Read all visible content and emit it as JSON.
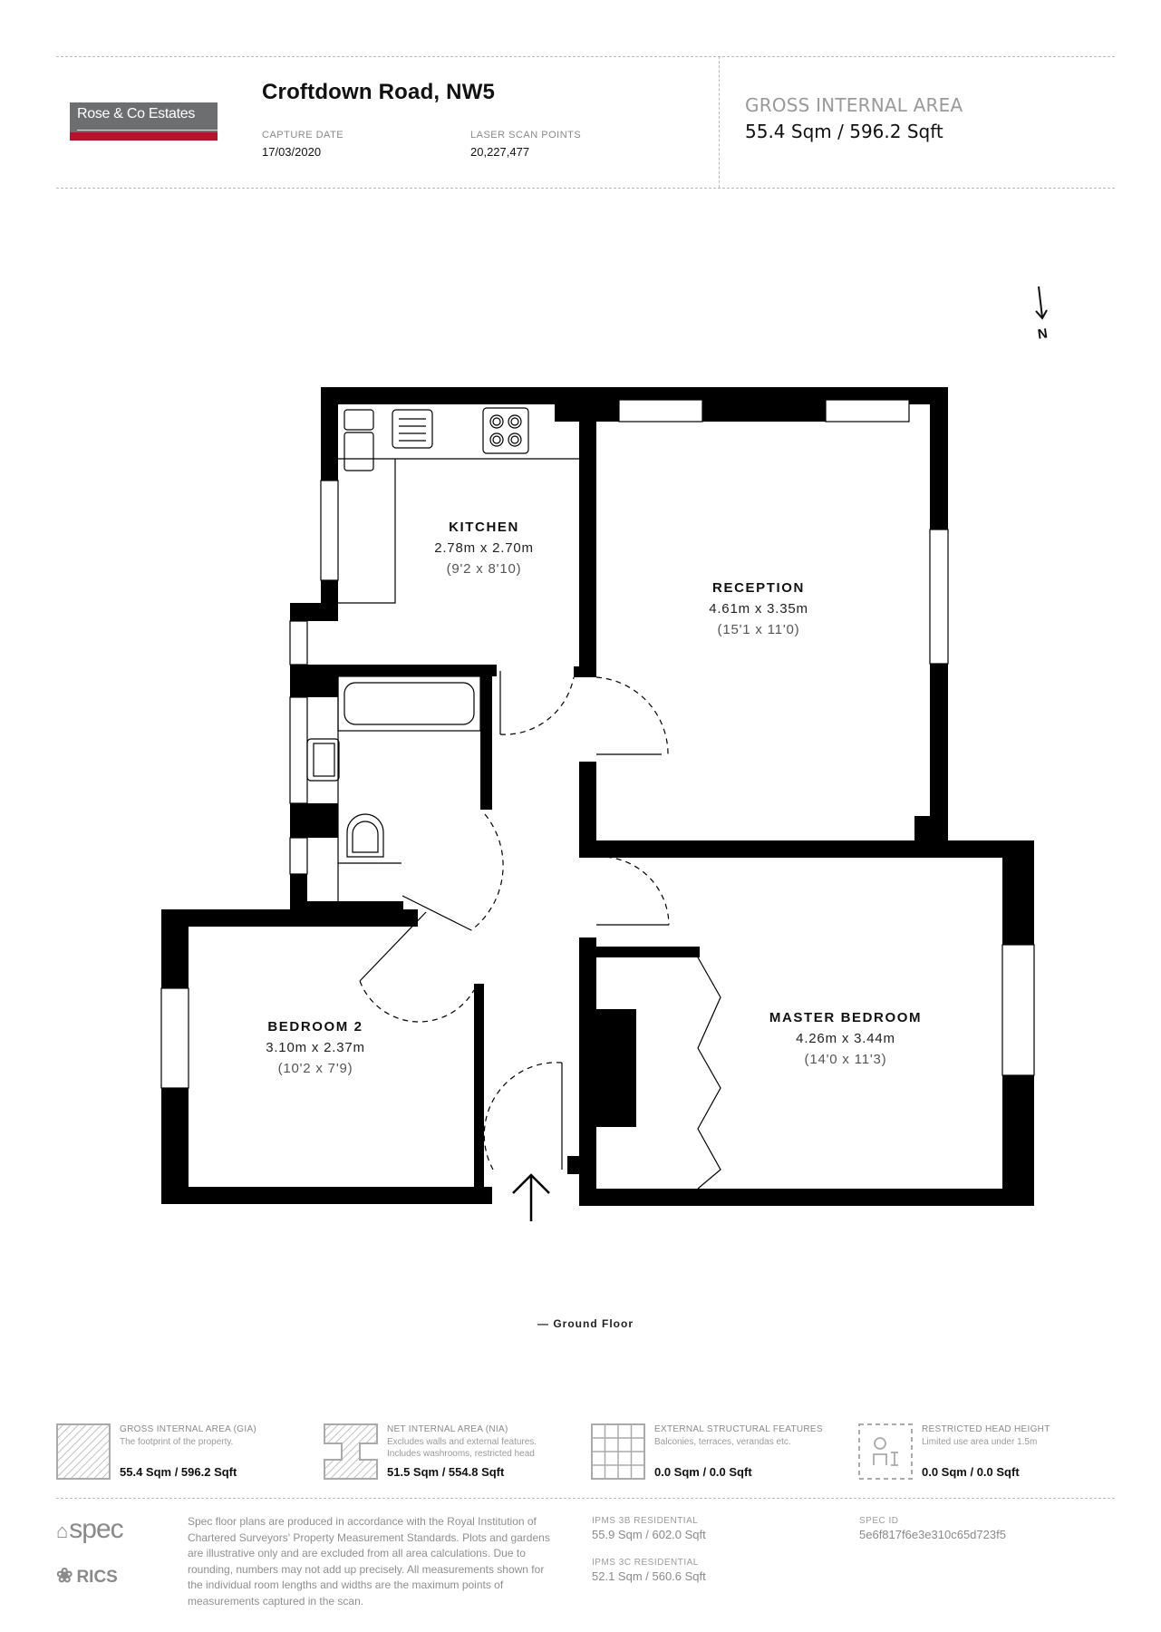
{
  "header": {
    "logo_text": "Rose & Co Estates",
    "title": "Croftdown Road, NW5",
    "capture_date_label": "CAPTURE DATE",
    "capture_date": "17/03/2020",
    "laser_points_label": "LASER SCAN POINTS",
    "laser_points": "20,227,477",
    "gia_label": "GROSS INTERNAL AREA",
    "gia_value": "55.4 Sqm / 596.2 Sqft"
  },
  "compass": {
    "label": "N"
  },
  "rooms": [
    {
      "name": "KITCHEN",
      "metric": "2.78m x 2.70m",
      "imperial": "(9'2 x 8'10)"
    },
    {
      "name": "RECEPTION",
      "metric": "4.61m x 3.35m",
      "imperial": "(15'1 x 11'0)"
    },
    {
      "name": "BEDROOM 2",
      "metric": "3.10m x 2.37m",
      "imperial": "(10'2 x 7'9)"
    },
    {
      "name": "MASTER BEDROOM",
      "metric": "4.26m x 3.44m",
      "imperial": "(14'0 x 11'3)"
    }
  ],
  "floor_label": "— Ground Floor",
  "legend": [
    {
      "title": "GROSS INTERNAL AREA (GIA)",
      "desc1": "The footprint of the property.",
      "desc2": "",
      "value": "55.4 Sqm / 596.2 Sqft",
      "icon": "hatched-square-icon"
    },
    {
      "title": "NET INTERNAL AREA (NIA)",
      "desc1": "Excludes walls and external features.",
      "desc2": "Includes washrooms, restricted head",
      "value": "51.5 Sqm / 554.8 Sqft",
      "icon": "hatched-plan-icon"
    },
    {
      "title": "EXTERNAL STRUCTURAL FEATURES",
      "desc1": "Balconies, terraces, verandas etc.",
      "desc2": "",
      "value": "0.0 Sqm / 0.0 Sqft",
      "icon": "grid-icon"
    },
    {
      "title": "RESTRICTED HEAD HEIGHT",
      "desc1": "Limited use area under 1.5m",
      "desc2": "",
      "value": "0.0 Sqm / 0.0 Sqft",
      "icon": "person-height-icon"
    }
  ],
  "footer": {
    "spec_logo": "spec",
    "rics_logo": "RICS",
    "note": "Spec floor plans are produced in accordance with the Royal Institution of Chartered Surveyors' Property Measurement Standards. Plots and gardens are illustrative only and are excluded from all area calculations. Due to rounding, numbers may not add up precisely. All measurements shown for the individual room lengths and widths are the maximum points of measurements captured in the scan.",
    "ipms3b_label": "IPMS 3B RESIDENTIAL",
    "ipms3b_value": "55.9 Sqm / 602.0 Sqft",
    "ipms3c_label": "IPMS 3C RESIDENTIAL",
    "ipms3c_value": "52.1 Sqm / 560.6 Sqft",
    "spec_id_label": "SPEC ID",
    "spec_id_value": "5e6f817f6e3e310c65d723f5"
  },
  "colors": {
    "logo_grey": "#6d6e70",
    "logo_red": "#b5122e",
    "wall": "#000000",
    "muted_text": "#8a8a8a"
  }
}
